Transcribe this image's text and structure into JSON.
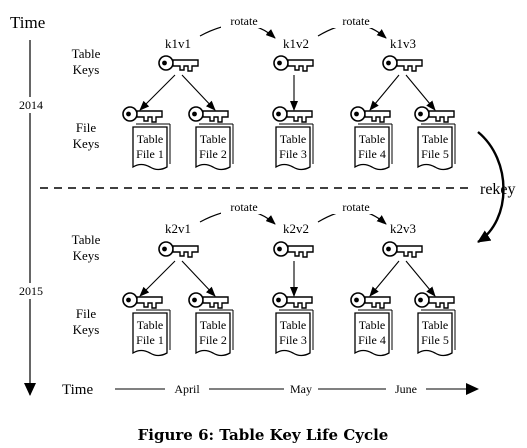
{
  "axis": {
    "time_label": "Time",
    "years": [
      "2014",
      "2015"
    ]
  },
  "row_labels": {
    "table_keys": [
      "Table",
      "Keys"
    ],
    "file_keys": [
      "File",
      "Keys"
    ]
  },
  "rotate_label": "rotate",
  "rekey_label": "rekey",
  "sections": [
    {
      "year": "2014",
      "keys": [
        "k1v1",
        "k1v2",
        "k1v3"
      ]
    },
    {
      "year": "2015",
      "keys": [
        "k2v1",
        "k2v2",
        "k2v3"
      ]
    }
  ],
  "files": [
    [
      "Table",
      "File 1"
    ],
    [
      "Table",
      "File 2"
    ],
    [
      "Table",
      "File 3"
    ],
    [
      "Table",
      "File 4"
    ],
    [
      "Table",
      "File 5"
    ]
  ],
  "bottom_axis": {
    "label": "Time",
    "months": [
      "April",
      "May",
      "June"
    ]
  },
  "caption": "Figure 6: Table Key Life Cycle"
}
